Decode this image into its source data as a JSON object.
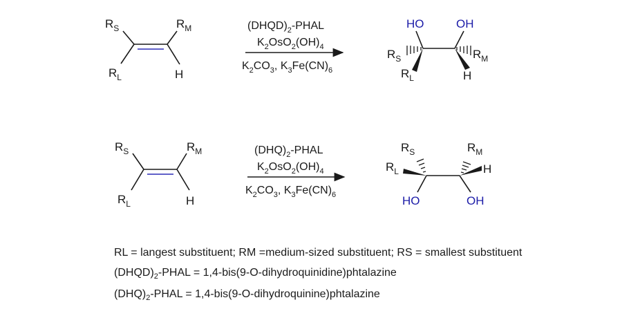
{
  "reaction1": {
    "reactant": {
      "rs": "R",
      "rs_sub": "S",
      "rm": "R",
      "rm_sub": "M",
      "rl": "R",
      "rl_sub": "L",
      "h": "H"
    },
    "conditions": {
      "ligand": "(DHQD)",
      "ligand_sub": "2",
      "ligand_tail": "-PHAL",
      "osmium": "K",
      "osmium_sub1": "2",
      "osmium_mid": "OsO",
      "osmium_sub2": "2",
      "osmium_tail": "(OH)",
      "osmium_sub3": "4",
      "base": "K",
      "base_sub1": "2",
      "base_mid": "CO",
      "base_sub2": "3",
      "base_tail": ", K",
      "base_sub3": "3",
      "base_tail2": "Fe(CN)",
      "base_sub4": "6"
    },
    "product": {
      "oh_left": "HO",
      "oh_right": "OH",
      "rs": "R",
      "rs_sub": "S",
      "rm": "R",
      "rm_sub": "M",
      "rl": "R",
      "rl_sub": "L",
      "h": "H"
    }
  },
  "reaction2": {
    "reactant": {
      "rs": "R",
      "rs_sub": "S",
      "rm": "R",
      "rm_sub": "M",
      "rl": "R",
      "rl_sub": "L",
      "h": "H"
    },
    "conditions": {
      "ligand": "(DHQ)",
      "ligand_sub": "2",
      "ligand_tail": "-PHAL",
      "osmium": "K",
      "osmium_sub1": "2",
      "osmium_mid": "OsO",
      "osmium_sub2": "2",
      "osmium_tail": "(OH)",
      "osmium_sub3": "4",
      "base": "K",
      "base_sub1": "2",
      "base_mid": "CO",
      "base_sub2": "3",
      "base_tail": ", K",
      "base_sub3": "3",
      "base_tail2": "Fe(CN)",
      "base_sub4": "6"
    },
    "product": {
      "oh_left": "HO",
      "oh_right": "OH",
      "rs": "R",
      "rs_sub": "S",
      "rm": "R",
      "rm_sub": "M",
      "rl": "R",
      "rl_sub": "L",
      "h": "H"
    }
  },
  "legend": {
    "line1": "RL = langest substituent; RM =medium-sized substituent; RS = smallest substituent",
    "line2_pre": "(DHQD)",
    "line2_sub": "2",
    "line2_post": "-PHAL = 1,4-bis(9-O-dihydroquinidine)phtalazine",
    "line3_pre": "(DHQ)",
    "line3_sub": "2",
    "line3_post": "-PHAL = 1,4-bis(9-O-dihydroquinine)phtalazine"
  },
  "colors": {
    "bond": "#1a1a1a",
    "oh": "#1c1ca8",
    "double_bond": "#2b2bb5"
  }
}
